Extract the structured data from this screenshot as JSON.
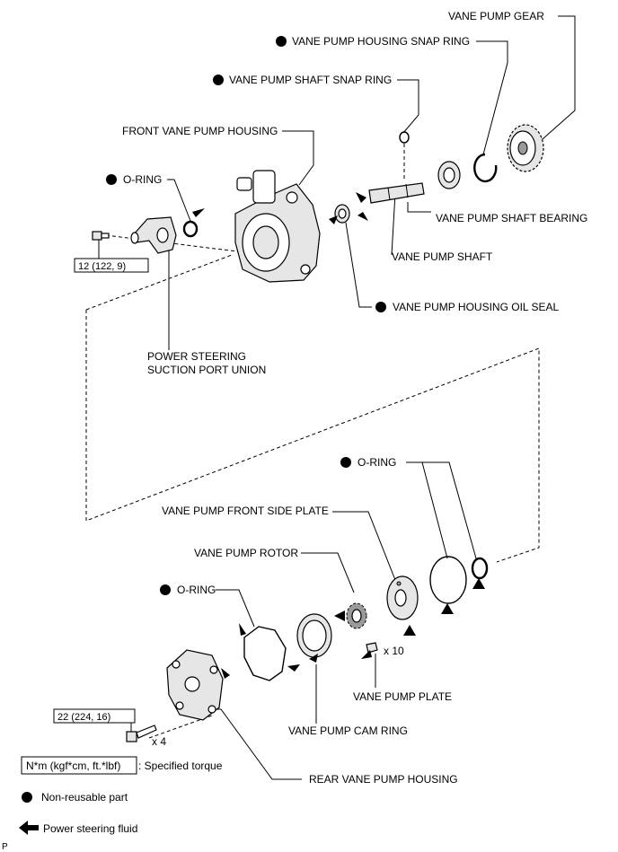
{
  "labels": {
    "vane_pump_gear": "VANE PUMP GEAR",
    "housing_snap_ring": "VANE PUMP HOUSING SNAP RING",
    "shaft_snap_ring": "VANE PUMP SHAFT SNAP RING",
    "front_housing": "FRONT VANE PUMP HOUSING",
    "o_ring": "O-RING",
    "shaft_bearing": "VANE PUMP SHAFT BEARING",
    "vane_pump_shaft": "VANE PUMP SHAFT",
    "housing_oil_seal": "VANE PUMP HOUSING OIL SEAL",
    "suction_union_line1": "POWER STEERING",
    "suction_union_line2": "SUCTION PORT UNION",
    "front_side_plate": "VANE PUMP FRONT SIDE PLATE",
    "vane_pump_rotor": "VANE PUMP ROTOR",
    "vane_pump_plate": "VANE PUMP PLATE",
    "cam_ring": "VANE PUMP CAM RING",
    "rear_housing": "REAR VANE PUMP HOUSING"
  },
  "torques": {
    "union_bolt": "12 (122, 9)",
    "rear_bolt": "22 (224, 16)"
  },
  "quantities": {
    "plates": "x 10",
    "bolts": "x 4"
  },
  "legend": {
    "torque_unit": "N*m (kgf*cm, ft.*lbf)",
    "torque_desc": ": Specified torque",
    "non_reusable": "Non-reusable part",
    "fluid": "Power steering fluid"
  },
  "corner_mark": "P"
}
